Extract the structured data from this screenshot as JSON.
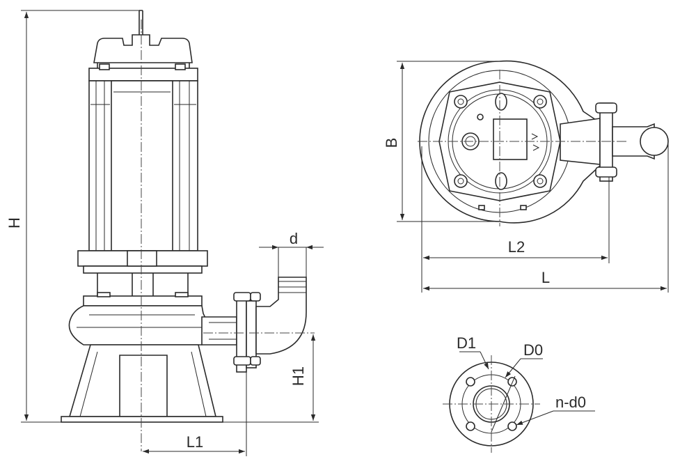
{
  "labels": {
    "H": "H",
    "d": "d",
    "H1": "H1",
    "L1": "L1",
    "B": "B",
    "L2": "L2",
    "L": "L",
    "D1": "D1",
    "D0": "D0",
    "nd0": "n-d0"
  }
}
